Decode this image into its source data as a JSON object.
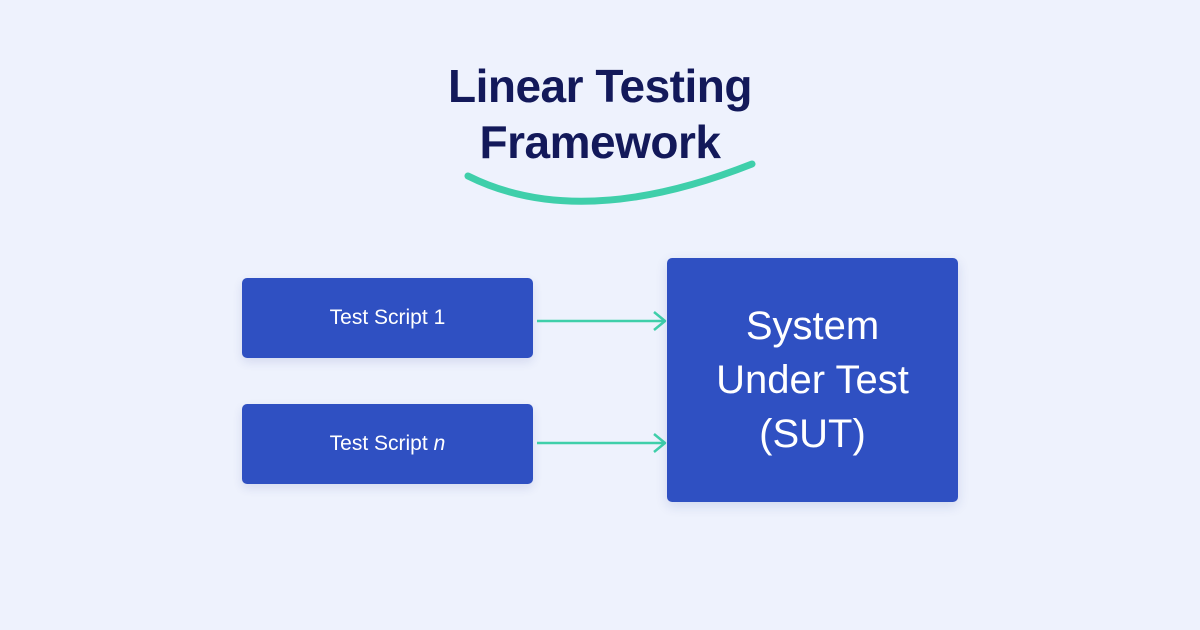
{
  "title": {
    "line1": "Linear Testing",
    "line2": "Framework"
  },
  "scripts": [
    {
      "label": "Test Script",
      "suffix": "1"
    },
    {
      "label": "Test Script",
      "suffix": "n"
    }
  ],
  "sut": {
    "line1": "System",
    "line2": "Under Test",
    "line3": "(SUT)"
  },
  "colors": {
    "background": "#eef2fd",
    "title": "#13195a",
    "box": "#2f50c2",
    "accent": "#3fcfaa"
  }
}
